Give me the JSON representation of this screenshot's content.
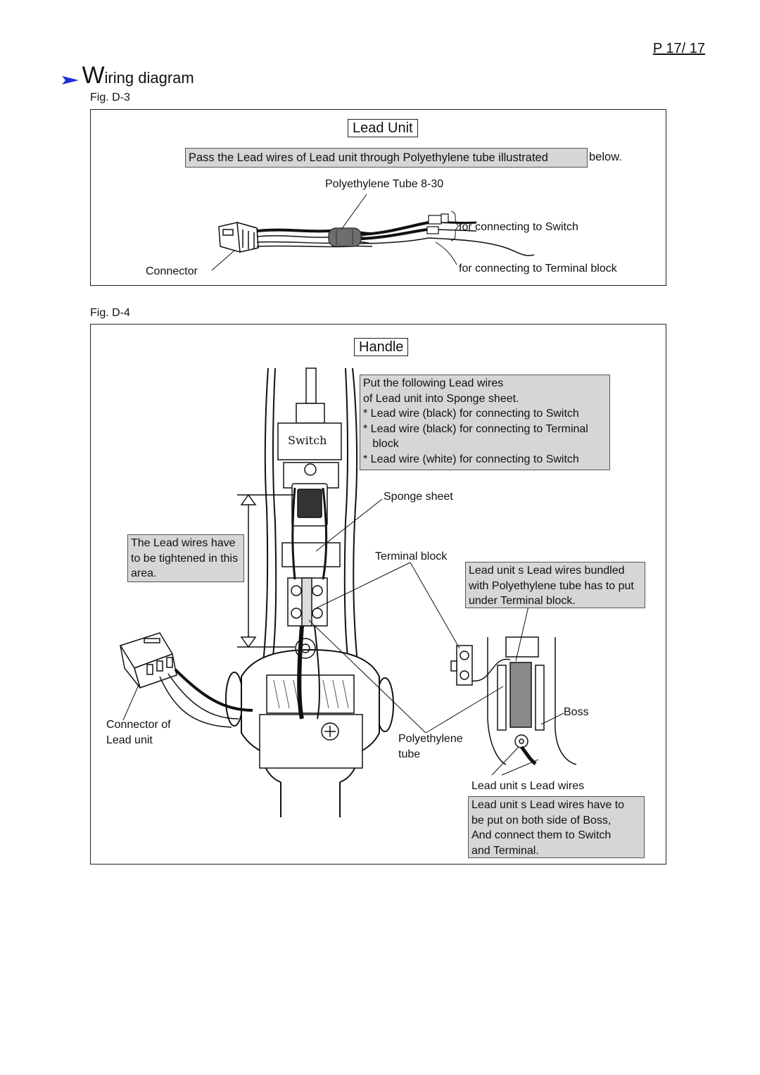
{
  "header": {
    "page_number": "P 17/ 17"
  },
  "section": {
    "title_first_letter": "W",
    "title_rest": "iring diagram",
    "arrow_icon": "right-triangle-arrow-icon"
  },
  "fig_d3": {
    "label": "Fig. D-3",
    "title": "Lead Unit",
    "instruction_highlighted": "Pass the Lead wires of Lead unit through Polyethylene tube illustrated",
    "instruction_tail": "below.",
    "callouts": {
      "tube": "Polyethylene Tube 8-30",
      "switch": "for connecting to Switch",
      "terminal": "for connecting to Terminal block",
      "connector": "Connector"
    }
  },
  "fig_d4": {
    "label": "Fig. D-4",
    "title": "Handle",
    "switch_label": "Switch",
    "sponge_note_lines": [
      "Put the following Lead wires",
      "of Lead unit into Sponge sheet.",
      "* Lead wire (black) for connecting to Switch",
      "* Lead wire (black) for connecting to Terminal",
      "   block",
      "* Lead wire (white) for connecting to Switch"
    ],
    "tighten_note_lines": [
      "The Lead wires have",
      "to be tightened in this",
      "area."
    ],
    "bundle_note_lines": [
      "Lead unit s Lead wires bundled",
      "with Polyethylene tube has to put",
      "under Terminal block."
    ],
    "boss_note_lines": [
      "Lead unit s Lead wires have to",
      "be put on both side of Boss,",
      "And connect them to Switch",
      "and Terminal."
    ],
    "callouts": {
      "sponge": "Sponge sheet",
      "terminal": "Terminal block",
      "connector_line1": "Connector of",
      "connector_line2": "Lead unit",
      "tube_line1": "Polyethylene",
      "tube_line2": "tube",
      "boss": "Boss",
      "lead_wires": "Lead unit s Lead wires"
    }
  },
  "colors": {
    "accent_arrow": "#1a2fd6",
    "note_fill": "#d6d6d6",
    "line": "#111111"
  }
}
